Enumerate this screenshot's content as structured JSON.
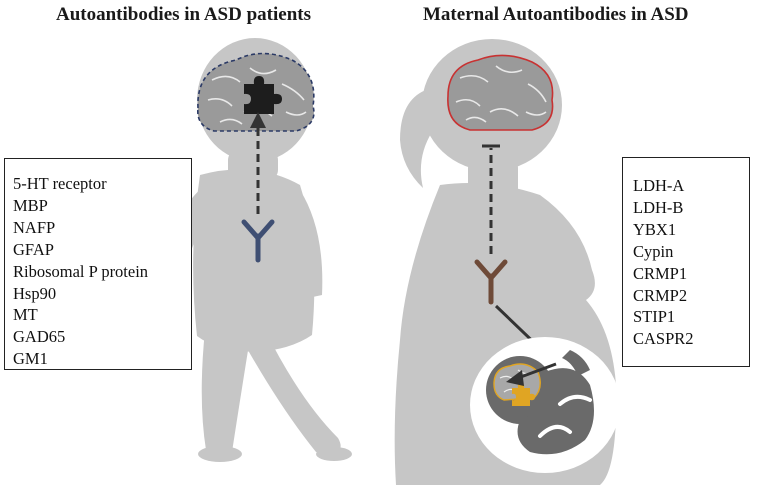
{
  "panels": {
    "left": {
      "heading": "Autoantibodies in ASD patients",
      "items": [
        "5-HT receptor",
        "MBP",
        "NAFP",
        "GFAP",
        "Ribosomal P protein",
        "Hsp90",
        "MT",
        "GAD65",
        "GM1"
      ]
    },
    "right": {
      "heading": "Maternal Autoantibodies in ASD",
      "items": [
        "LDH-A",
        "LDH-B",
        "YBX1",
        "Cypin",
        "CRMP1",
        "CRMP2",
        "STIP1",
        "CASPR2"
      ]
    }
  },
  "colors": {
    "silhouette": "#c6c6c6",
    "brain": "#9a9a9a",
    "brain_outline_child": "#2b3a66",
    "brain_outline_maternal": "#c83232",
    "child_antibody": "#3f4f73",
    "maternal_antibody": "#6e4a38",
    "fetal_puzzle": "#e0a523",
    "fetus": "#6a6a6a",
    "arrow": "#333333"
  },
  "icons": {
    "child_brain_marker": "puzzle-piece-icon",
    "fetal_brain_marker": "puzzle-piece-icon",
    "antibody": "antibody-y-icon"
  }
}
